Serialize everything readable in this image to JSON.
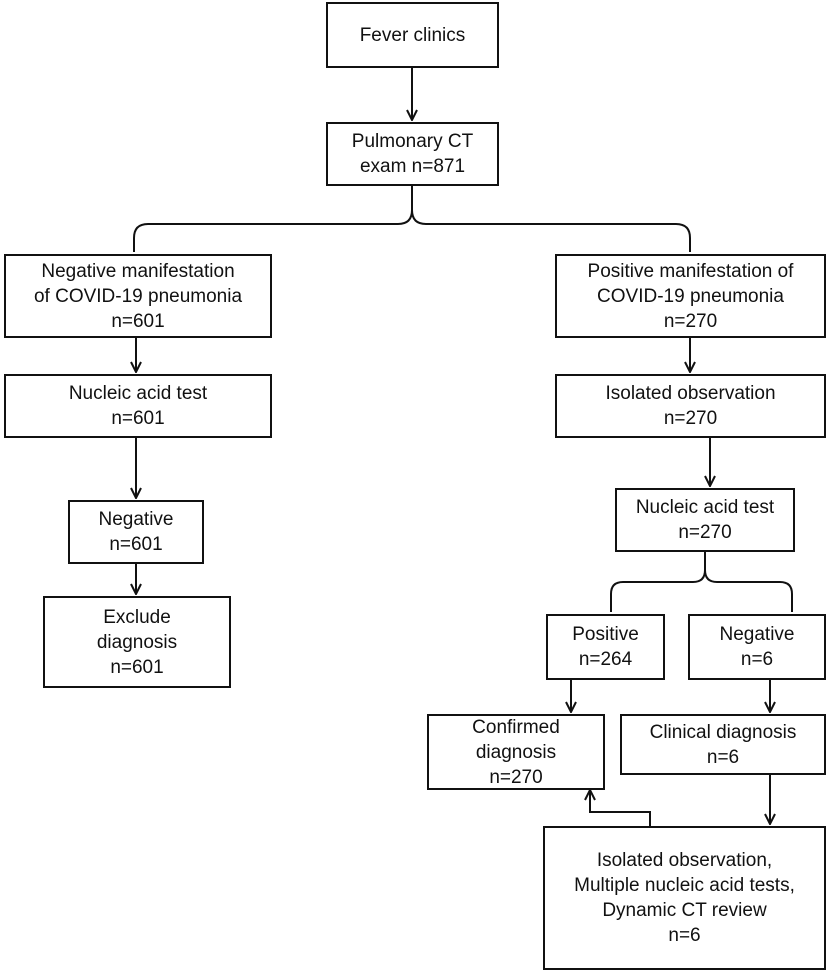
{
  "boxes": {
    "fever_clinics": [
      "Fever clinics"
    ],
    "pulmonary_ct": [
      "Pulmonary CT",
      "exam n=871"
    ],
    "negative_manifestation": [
      "Negative manifestation",
      "of COVID-19 pneumonia",
      "n=601"
    ],
    "positive_manifestation": [
      "Positive manifestation of",
      "COVID-19 pneumonia",
      "n=270"
    ],
    "left_nucleic_test": [
      "Nucleic acid test",
      "n=601"
    ],
    "isolated_observation": [
      "Isolated observation",
      "n=270"
    ],
    "left_negative": [
      "Negative",
      "n=601"
    ],
    "right_nucleic_test": [
      "Nucleic acid test",
      "n=270"
    ],
    "exclude_diagnosis": [
      "Exclude",
      "diagnosis",
      "n=601"
    ],
    "right_positive": [
      "Positive",
      "n=264"
    ],
    "right_negative": [
      "Negative",
      "n=6"
    ],
    "confirmed_diagnosis": [
      "Confirmed",
      "diagnosis",
      "n=270"
    ],
    "clinical_diagnosis": [
      "Clinical diagnosis",
      "n=6"
    ],
    "followup": [
      "Isolated observation,",
      "Multiple nucleic acid tests,",
      "Dynamic CT review",
      "n=6"
    ]
  }
}
